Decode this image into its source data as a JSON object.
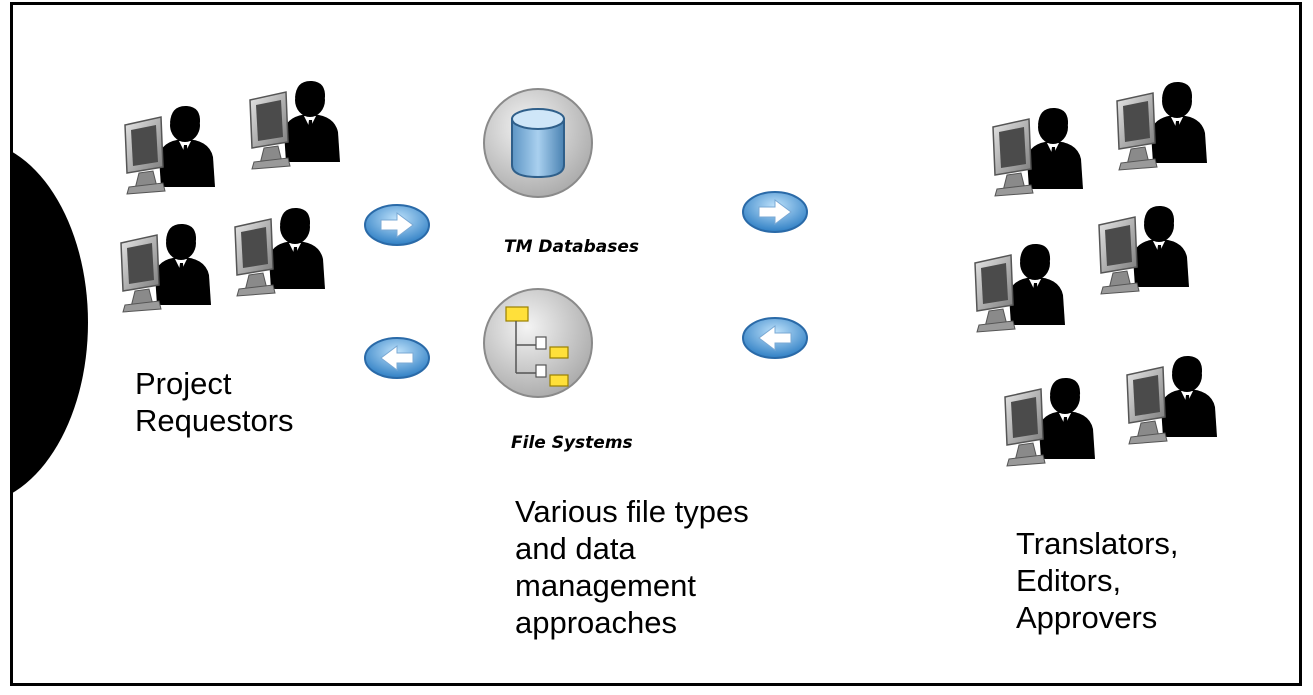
{
  "left_group": {
    "label_lines": [
      "Project",
      "Requestors"
    ]
  },
  "center": {
    "db_caption": "TM Databases",
    "fs_caption": "File Systems",
    "description_lines": [
      "Various file types",
      "and data",
      "management",
      "approaches"
    ]
  },
  "right_group": {
    "label_lines": [
      "Translators,",
      "Editors,",
      "Approvers"
    ]
  },
  "icons": {
    "user": "user-at-computer-icon",
    "database": "database-icon",
    "file_system": "folder-tree-icon",
    "arrow_right": "arrow-right-icon",
    "arrow_left": "arrow-left-icon"
  },
  "colors": {
    "arrow_blue": "#3a8fd0",
    "hub_gray": "#c9c9c9",
    "shirt_blue": "#3b6fd0",
    "shirt_green": "#2f9a3e",
    "shirt_orange": "#f08a1c",
    "skin": "#c98b57"
  }
}
